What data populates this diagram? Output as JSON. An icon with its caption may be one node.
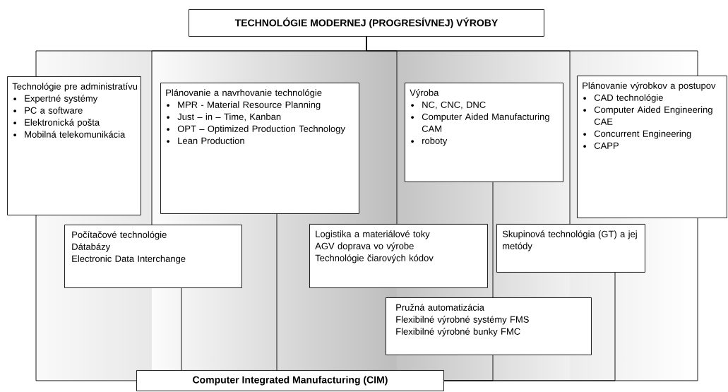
{
  "diagram": {
    "nodes": [
      {
        "text": [
          "TECHNOLÓGIE MODERNEJ (PROGRESÍVNEJ) VÝROBY"
        ]
      },
      {
        "text": [
          "Technológie pre administratívu",
          "Expertné systémy",
          "PC a software",
          "Elektronická pošta",
          "Mobilná telekomunikácia"
        ]
      },
      {
        "text": [
          "Plánovanie a navrhovanie technológie",
          "MPR - Material Resource Planning",
          "Just – in – Time, Kanban",
          "OPT – Optimized Production Technology",
          "Lean Production"
        ]
      },
      {
        "text": [
          "Výroba",
          "NC, CNC, DNC",
          "Computer Aided Manufacturing CAM",
          "roboty"
        ]
      },
      {
        "text": [
          "Plánovanie výrobkov a postupov",
          "CAD technológie",
          "Computer Aided Engineering CAE",
          "Concurrent Engineering",
          "CAPP"
        ]
      },
      {
        "text": [
          "Počítačové technológie",
          "Dátabázy",
          "Electronic Data Interchange"
        ]
      },
      {
        "text": [
          "Logistika a materiálové toky",
          "AGV doprava vo výrobe",
          "Technológie čiarových kódov"
        ]
      },
      {
        "text": [
          "Skupinová technológia (GT) a jej metódy"
        ]
      },
      {
        "text": [
          "Pružná automatizácia",
          "Flexibilné výrobné systémy FMS",
          "Flexibilné výrobné bunky FMC"
        ]
      },
      {
        "text": [
          "Computer Integrated Manufacturing (CIM)"
        ]
      }
    ],
    "edges": [
      {
        "from": 0,
        "to": 1,
        "arrow": "none"
      },
      {
        "from": 0,
        "to": 5,
        "arrow": "none"
      },
      {
        "from": 0,
        "to": 6,
        "arrow": "none"
      },
      {
        "from": 0,
        "to": 7,
        "arrow": "none"
      },
      {
        "from": 0,
        "to": 4,
        "arrow": "none"
      },
      {
        "from": 1,
        "to": 9,
        "arrow": "none"
      },
      {
        "from": 5,
        "to": 9,
        "arrow": "none"
      },
      {
        "from": 2,
        "to": 9,
        "arrow": "none"
      },
      {
        "from": 3,
        "to": 8,
        "arrow": "none"
      },
      {
        "from": 8,
        "to": 9,
        "arrow": "none"
      },
      {
        "from": 7,
        "to": 9,
        "arrow": "none"
      },
      {
        "from": 4,
        "to": 9,
        "arrow": "none"
      }
    ]
  }
}
